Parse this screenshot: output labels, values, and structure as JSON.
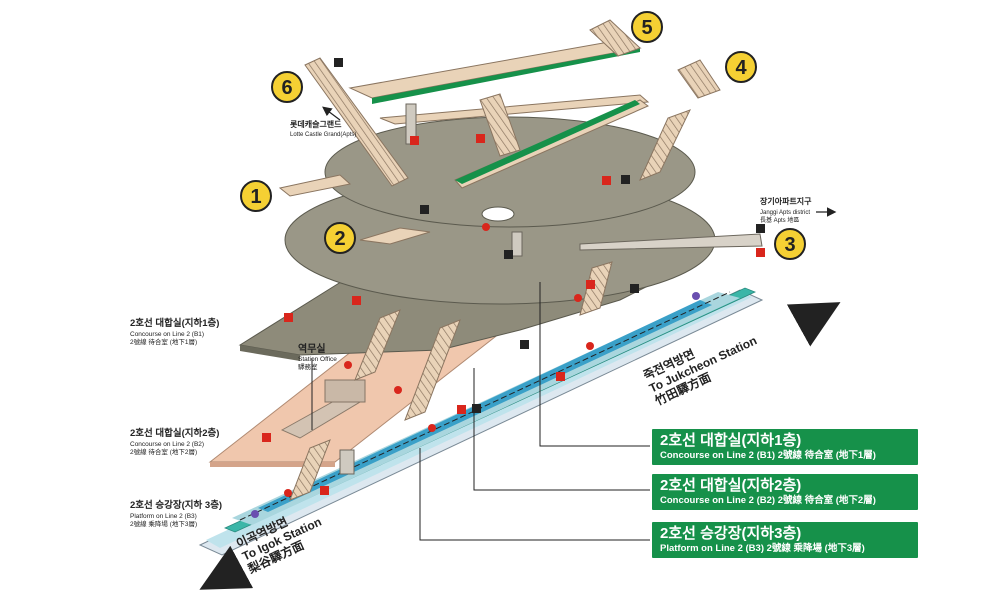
{
  "exits": [
    "1",
    "2",
    "3",
    "4",
    "5",
    "6"
  ],
  "exit_color": "#f5d033",
  "line_color": "#16914a",
  "directions": {
    "exit6": {
      "ko": "롯데캐슬그랜드",
      "en": "Lotte Castle Grand(Apts)"
    },
    "exit3": {
      "ko": "장기아파트지구",
      "en": "Janggi Apts district",
      "zh": "長基 Apts 地區"
    },
    "jukcheon": {
      "ko": "죽전역방면",
      "en": "To Jukcheon Station",
      "zh": "竹田驛方面"
    },
    "igok": {
      "ko": "이곡역방면",
      "en": "To Igok Station",
      "zh": "梨谷驛方面"
    }
  },
  "station_office": {
    "ko": "역무실",
    "en": "Station Office",
    "zh": "驛務室"
  },
  "levels": [
    {
      "ko": "2호선 대합실(지하1층)",
      "en": "Concourse on Line 2 (B1)",
      "zh": "2號線 待合室 (地下1層)"
    },
    {
      "ko": "2호선 대합실(지하2층)",
      "en": "Concourse on Line 2 (B2)",
      "zh": "2號線 待合室 (地下2層)"
    },
    {
      "ko": "2호선 승강장(지하 3층)",
      "en": "Platform on Line 2 (B3)",
      "zh": "2號線 乘降場 (地下3層)"
    }
  ],
  "legend": [
    {
      "title": "2호선 대합실(지하1층)",
      "sub": "Concourse on Line 2 (B1) 2號線 待合室 (地下1層)"
    },
    {
      "title": "2호선 대합실(지하2층)",
      "sub": "Concourse on Line 2 (B2) 2號線 待合室 (地下2層)"
    },
    {
      "title": "2호선 승강장(지하3층)",
      "sub": "Platform on Line 2 (B3) 2號線 乘降場 (地下3層)"
    }
  ]
}
